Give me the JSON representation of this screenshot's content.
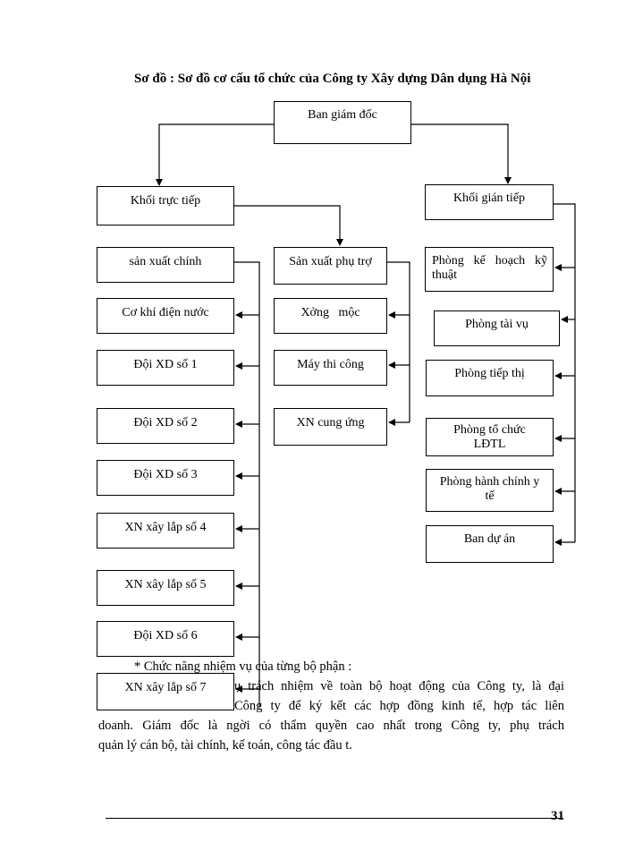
{
  "title": "Sơ đồ : Sơ đồ cơ cấu tổ chức của Công ty Xây dựng Dân dụng Hà Nội",
  "top": "Ban giám đốc",
  "direct": {
    "label": "Khối trực tiếp",
    "main_production": {
      "label": "sản xuất  chính",
      "units": [
        "Cơ khí điện nước",
        "Đội XD số 1",
        "Đội XD số 2",
        "Đội XD số 3",
        "XN xây lắp số 4",
        "XN xây lắp số 5",
        "Đội XD số 6",
        "XN xây lắp số 7"
      ]
    },
    "aux_production": {
      "label": "Sản xuất phụ trợ",
      "units": [
        "Xởng   mộc",
        "Máy thi công",
        "XN cung ứng"
      ]
    }
  },
  "indirect": {
    "label": "Khối gián tiếp",
    "units": [
      "Phòng   kế   hoạch kỹ thuật",
      "Phòng tài vụ",
      "Phòng tiếp thị",
      "Phòng tổ chức LĐTL",
      "Phòng hành chính y tế",
      "Ban dự án"
    ]
  },
  "text": {
    "heading": "* Chức năng nhiệm vụ của từng bộ phận :",
    "line1": "ụ trách nhiệm về toàn bộ hoạt động của Công ty, là đại",
    "line2": "Công ty để ký kết các hợp đồng kinh tế, hợp tác liên",
    "line3": "doanh. Giám đốc là ngời  có thẩm quyền cao nhất trong Công ty, phụ trách",
    "line4": "quản lý cán bộ, tài chính, kế toán, công tác đầu t."
  },
  "page_number": "31"
}
